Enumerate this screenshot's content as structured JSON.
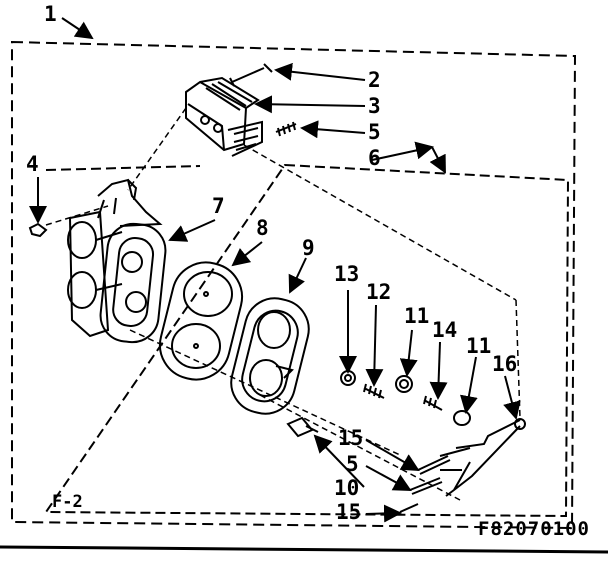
{
  "diagram": {
    "frame_label": "F-2",
    "drawing_id": "F82070100",
    "callouts": {
      "c1": "1",
      "c2": "2",
      "c3": "3",
      "c4": "4",
      "c5a": "5",
      "c5b": "5",
      "c6": "6",
      "c7": "7",
      "c8": "8",
      "c9": "9",
      "c10": "10",
      "c11a": "11",
      "c11b": "11",
      "c12": "12",
      "c13": "13",
      "c14": "14",
      "c15a": "15",
      "c15b": "15",
      "c16": "16"
    }
  }
}
